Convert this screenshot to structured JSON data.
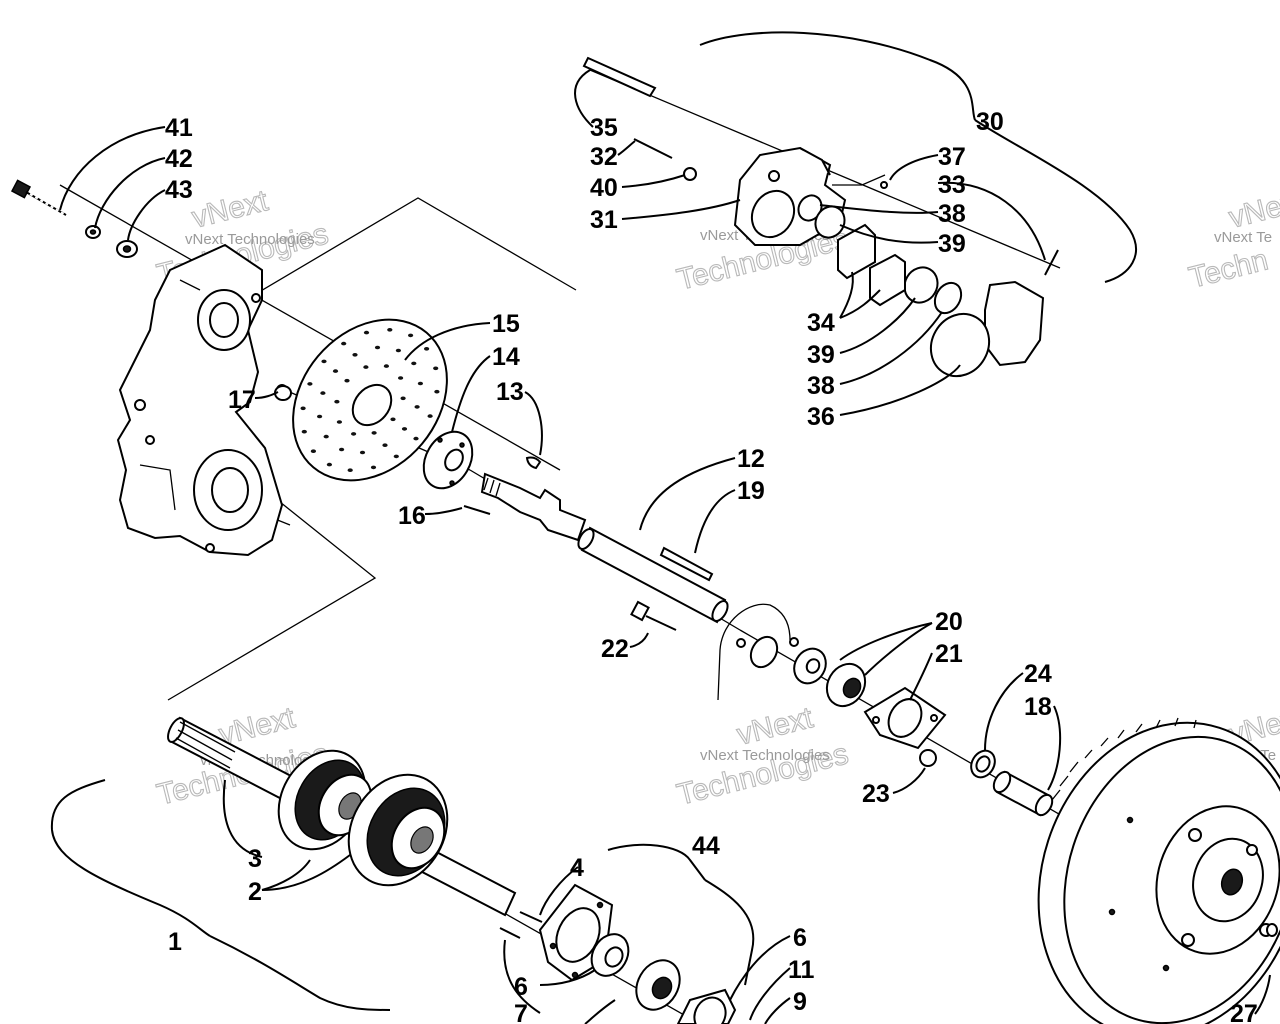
{
  "diagram": {
    "watermark": {
      "line1": "vNext",
      "line2": "Technologies",
      "small": "vNext Technologies",
      "edge_small": "vNext Te",
      "edge_big": "Techn",
      "edge_top": "vNext"
    },
    "callouts": {
      "c1": "1",
      "c2": "2",
      "c3": "3",
      "c4": "4",
      "c6a": "6",
      "c6b": "6",
      "c7": "7",
      "c9": "9",
      "c11": "11",
      "c12": "12",
      "c13": "13",
      "c14": "14",
      "c15": "15",
      "c16": "16",
      "c17": "17",
      "c18": "18",
      "c19": "19",
      "c20": "20",
      "c21": "21",
      "c22": "22",
      "c23": "23",
      "c24": "24",
      "c27": "27",
      "c30": "30",
      "c31": "31",
      "c32": "32",
      "c33": "33",
      "c34": "34",
      "c35": "35",
      "c36": "36",
      "c37": "37",
      "c38a": "38",
      "c38b": "38",
      "c39a": "39",
      "c39b": "39",
      "c40": "40",
      "c41": "41",
      "c42": "42",
      "c43": "43",
      "c44": "44"
    }
  }
}
